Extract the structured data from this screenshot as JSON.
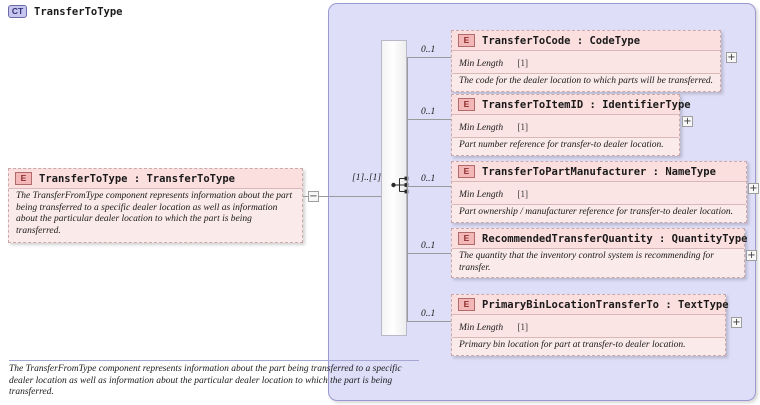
{
  "diagram": {
    "kind": "xsd-schema-diagram",
    "colors": {
      "container_fill": "#dedef9",
      "container_border": "#9a9ad0",
      "element_fill": "#fbe9e9",
      "element_header_fill": "#fbdede",
      "element_badge_fill": "#f3b7b7",
      "element_badge_text": "#8c2f2f",
      "ct_badge_fill": "#c6c6ef",
      "connector": "#9a9a9a"
    }
  },
  "root_element": {
    "badge": "E",
    "title": "TransferToType : TransferToType",
    "documentation": "The TransferFromType component represents information about the part being transferred to a specific dealer location as well as information about the particular dealer location to which the part is being transferred.",
    "collapse_toggle": "−"
  },
  "complex_type": {
    "badge": "CT",
    "title": "TransferToType",
    "occurrence": "[1]..[1]",
    "compositor": "sequence",
    "documentation": "The TransferFromType component represents information about the part being transferred to a specific dealer location as well as information about the particular dealer location to which the part is being transferred."
  },
  "children": [
    {
      "badge": "E",
      "occurrence": "0..1",
      "title": "TransferToCode : CodeType",
      "facet_name": "Min Length",
      "facet_value": "[1]",
      "documentation": "The code for the dealer location to which parts will be transferred.",
      "expand_toggle": "+"
    },
    {
      "badge": "E",
      "occurrence": "0..1",
      "title": "TransferToItemID : IdentifierType",
      "facet_name": "Min Length",
      "facet_value": "[1]",
      "documentation": "Part number reference for transfer-to dealer location.",
      "expand_toggle": "+"
    },
    {
      "badge": "E",
      "occurrence": "0..1",
      "title": "TransferToPartManufacturer : NameType",
      "facet_name": "Min Length",
      "facet_value": "[1]",
      "documentation": "Part ownership / manufacturer reference for transfer-to dealer location.",
      "expand_toggle": "+"
    },
    {
      "badge": "E",
      "occurrence": "0..1",
      "title": "RecommendedTransferQuantity : QuantityType",
      "facet_name": "",
      "facet_value": "",
      "documentation": "The quantity that the inventory control system is recommending for transfer.",
      "expand_toggle": "+"
    },
    {
      "badge": "E",
      "occurrence": "0..1",
      "title": "PrimaryBinLocationTransferTo : TextType",
      "facet_name": "Min Length",
      "facet_value": "[1]",
      "documentation": "Primary bin location for part at transfer-to dealer location.",
      "expand_toggle": "+"
    }
  ]
}
